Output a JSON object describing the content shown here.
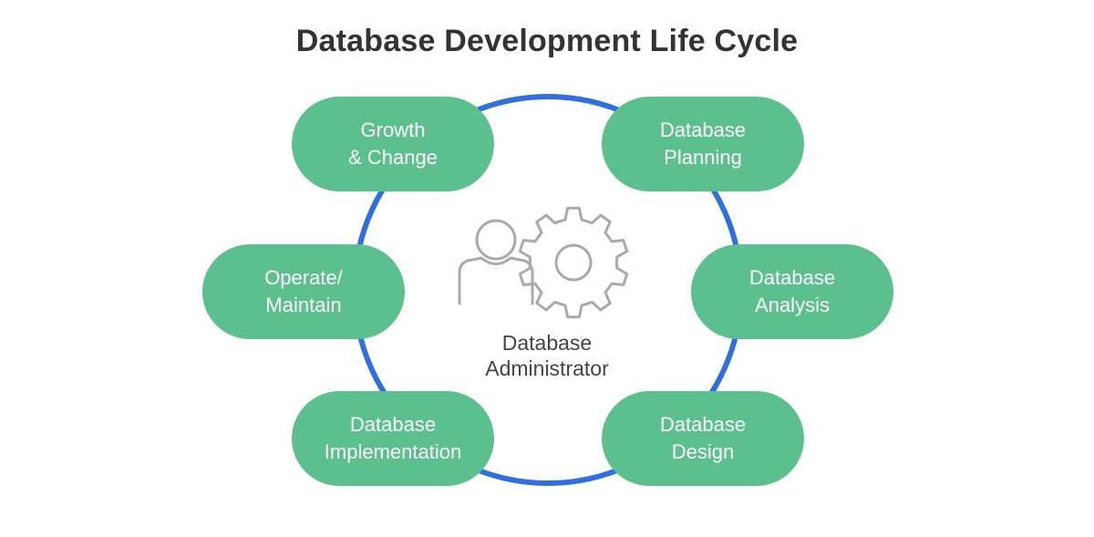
{
  "title": "Database Development Life Cycle",
  "colors": {
    "ring": "#2f6fe0",
    "stage_fill": "#5cbf8e",
    "stage_text": "#ffffff",
    "icon_stroke": "#aaaaaa",
    "title_text": "#333333"
  },
  "stages": [
    {
      "line1": "Database",
      "line2": "Planning"
    },
    {
      "line1": "Database",
      "line2": "Analysis"
    },
    {
      "line1": "Database",
      "line2": "Design"
    },
    {
      "line1": "Database",
      "line2": "Implementation"
    },
    {
      "line1": "Operate/",
      "line2": "Maintain"
    },
    {
      "line1": "Growth",
      "line2": "& Change"
    }
  ],
  "center": {
    "icon": "person-gear-icon",
    "line1": "Database",
    "line2": "Administrator"
  }
}
